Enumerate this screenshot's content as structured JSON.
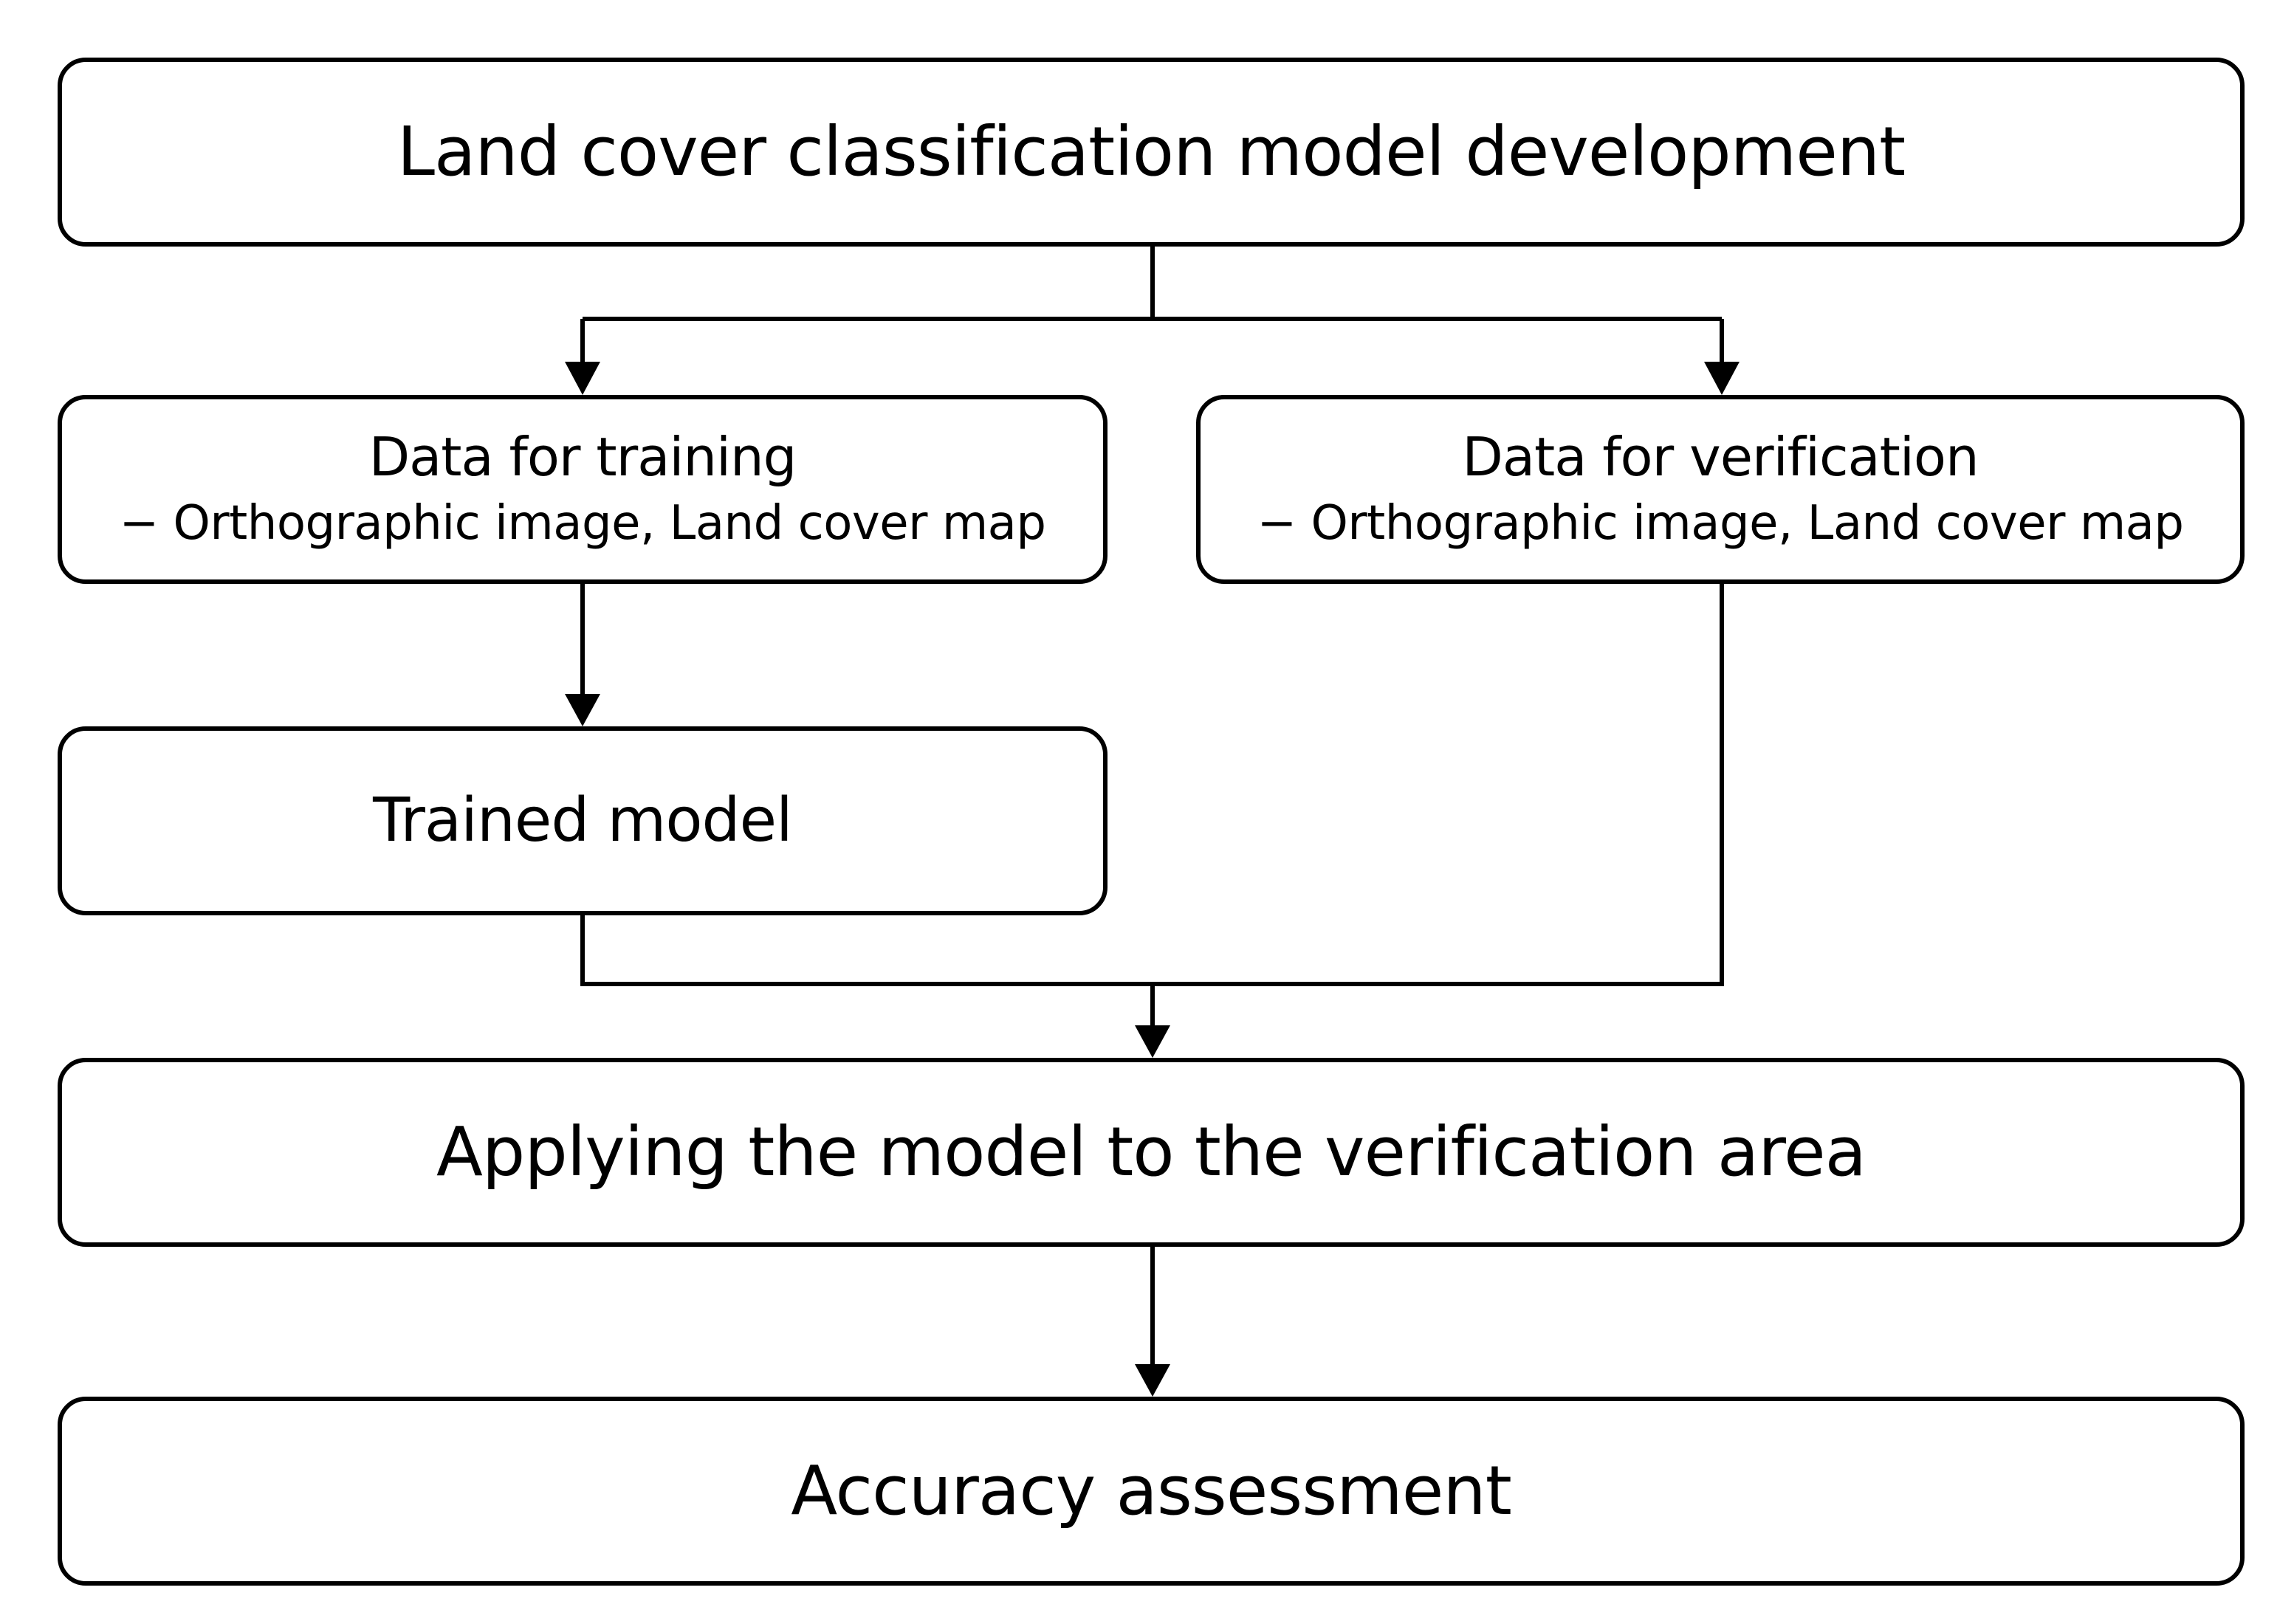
{
  "diagram": {
    "nodes": {
      "development": {
        "title": "Land cover classification model development"
      },
      "training": {
        "title": "Data for training",
        "subtitle": "− Orthographic image, Land cover map"
      },
      "verification": {
        "title": "Data for verification",
        "subtitle": "− Orthographic image, Land cover map"
      },
      "trained_model": {
        "title": "Trained model"
      },
      "apply": {
        "title": "Applying the model to the verification area"
      },
      "accuracy": {
        "title": "Accuracy assessment"
      }
    },
    "edges": [
      {
        "from": "development",
        "to": "training"
      },
      {
        "from": "development",
        "to": "verification"
      },
      {
        "from": "training",
        "to": "trained_model"
      },
      {
        "from": "trained_model",
        "to": "apply"
      },
      {
        "from": "verification",
        "to": "apply"
      },
      {
        "from": "apply",
        "to": "accuracy"
      }
    ],
    "colors": {
      "stroke": "#000000",
      "background": "#ffffff"
    }
  }
}
